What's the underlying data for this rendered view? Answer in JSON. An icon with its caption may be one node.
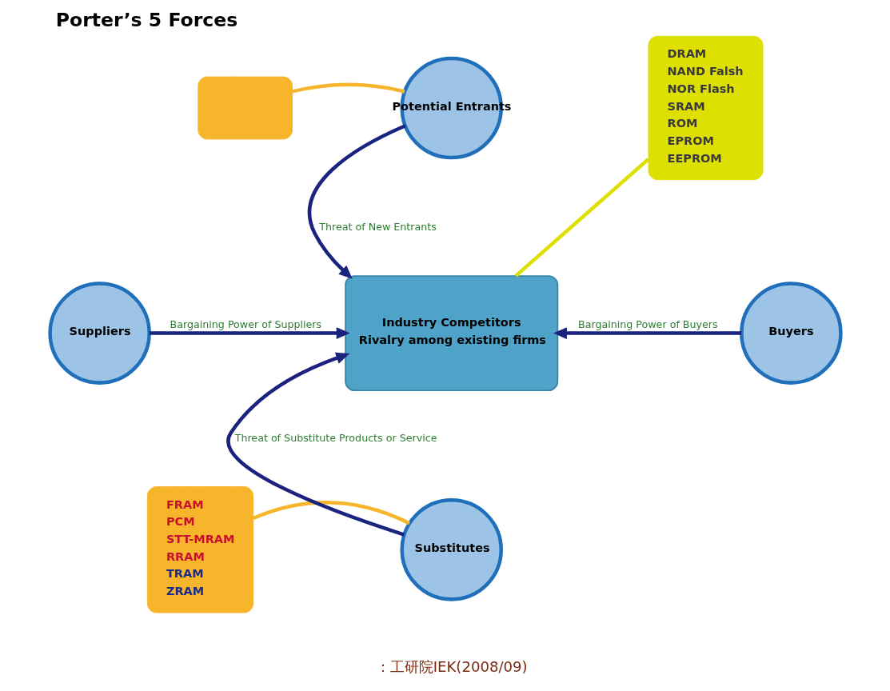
{
  "diagram": {
    "title": "Porter’s 5 Forces",
    "caption": "：工研院IEK(2008/09)",
    "nodes": [
      {
        "text": [
          "Potential Entrants"
        ]
      },
      {
        "text": [],
        "shape": "box"
      },
      {
        "text": [
          "DRAM",
          "NAND Falsh",
          "NOR Flash",
          "SRAM",
          "ROM",
          "EPROM",
          "EEPROM"
        ]
      },
      {
        "text": [
          "Suppliers"
        ]
      },
      {
        "text": [
          "Industry Competitors",
          "Rivalry among existing firms"
        ]
      },
      {
        "text": [
          "Buyers"
        ]
      },
      {
        "text": [
          "FRAM",
          "PCM",
          "STT-MRAM",
          "RRAM",
          "TRAM",
          "ZRAM"
        ]
      },
      {
        "text": [
          "Substitutes"
        ]
      }
    ],
    "edges": [
      {
        "from": 0,
        "to": 4,
        "arrow": "to",
        "label": "Threat of New Entrants"
      },
      {
        "from": 3,
        "to": 4,
        "arrow": "to",
        "label": "Bargaining Power of Suppliers"
      },
      {
        "from": 5,
        "to": 4,
        "arrow": "to",
        "label": "Bargaining Power of Buyers"
      },
      {
        "from": 7,
        "to": 4,
        "arrow": "to",
        "label": "Threat of Substitute Products or Service"
      },
      {
        "from": 1,
        "to": 0,
        "arrow": "none",
        "color": "#f7b52b"
      },
      {
        "from": 2,
        "to": 4,
        "arrow": "none",
        "color": "#dde000"
      },
      {
        "from": 6,
        "to": 7,
        "arrow": "none",
        "color": "#f7b52b"
      }
    ]
  }
}
